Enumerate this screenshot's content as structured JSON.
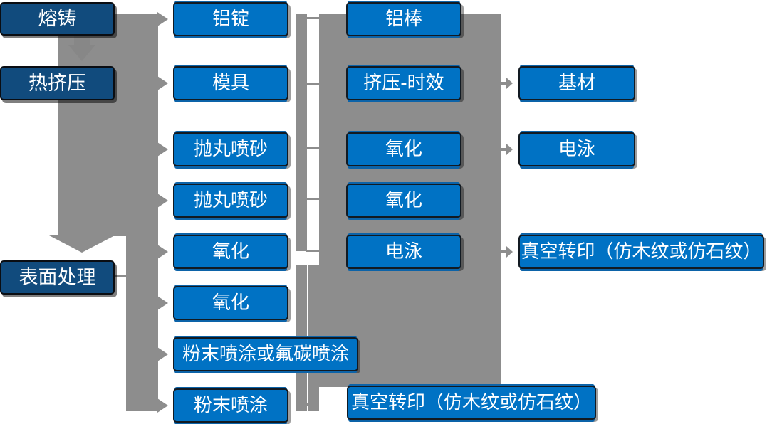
{
  "diagram": {
    "nodes": {
      "melting": {
        "label": "熔铸"
      },
      "hot_extrusion": {
        "label": "热挤压"
      },
      "surface_treatment": {
        "label": "表面处理"
      },
      "aluminum_ingot": {
        "label": "铝锭"
      },
      "mold": {
        "label": "模具"
      },
      "shot_blast_sand_1": {
        "label": "抛丸喷砂"
      },
      "shot_blast_sand_2": {
        "label": "抛丸喷砂"
      },
      "oxidation_a": {
        "label": "氧化"
      },
      "oxidation_b": {
        "label": "氧化"
      },
      "powder_or_fluorocarbon": {
        "label": "粉末喷涂或氟碳喷涂"
      },
      "powder_coating": {
        "label": "粉末喷涂"
      },
      "aluminum_rod": {
        "label": "铝棒"
      },
      "extrusion_aging": {
        "label": "挤压-时效"
      },
      "oxidation_c": {
        "label": "氧化"
      },
      "oxidation_d": {
        "label": "氧化"
      },
      "electrophoresis_a": {
        "label": "电泳"
      },
      "vacuum_transfer_a": {
        "label": "真空转印（仿木纹或仿石纹）"
      },
      "substrate": {
        "label": "基材"
      },
      "electrophoresis_b": {
        "label": "电泳"
      },
      "vacuum_transfer_b": {
        "label": "真空转印（仿木纹或仿石纹）"
      }
    },
    "colors": {
      "stage_fill": "#114b7d",
      "process_fill": "#0072c4",
      "connector_gray": "#8d8d8d",
      "text": "#ffffff"
    }
  }
}
